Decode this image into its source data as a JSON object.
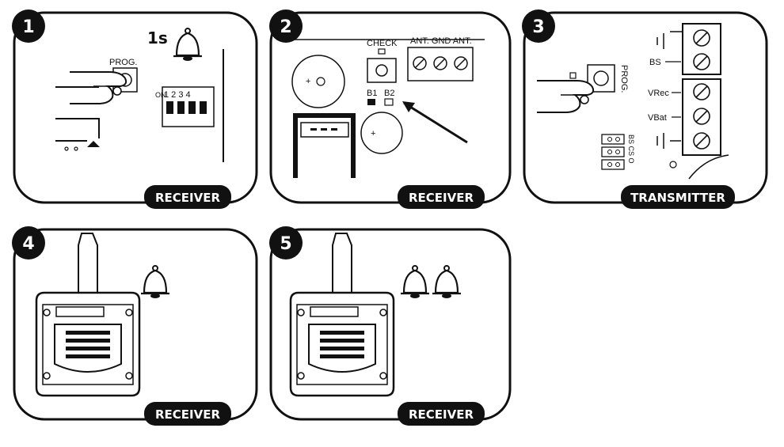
{
  "panels": [
    {
      "number": "1",
      "label": "RECEIVER",
      "time": "1s",
      "button": "PROG.",
      "dip": "1 2 3 4",
      "dip_prefix": "ON"
    },
    {
      "number": "2",
      "label": "RECEIVER",
      "check": "CHECK",
      "terminals": "ANT. GND ANT.",
      "b1": "B1",
      "b2": "B2"
    },
    {
      "number": "3",
      "label": "TRANSMITTER",
      "button": "PROG.",
      "bs": "BS",
      "vrec": "VRec",
      "vbat": "VBat",
      "jumper_labels": "BS CS O"
    },
    {
      "number": "4",
      "label": "RECEIVER"
    },
    {
      "number": "5",
      "label": "RECEIVER"
    }
  ],
  "icons": [
    "bell-icon",
    "hand-icon",
    "transmitter-remote-icon",
    "arrow-icon"
  ]
}
